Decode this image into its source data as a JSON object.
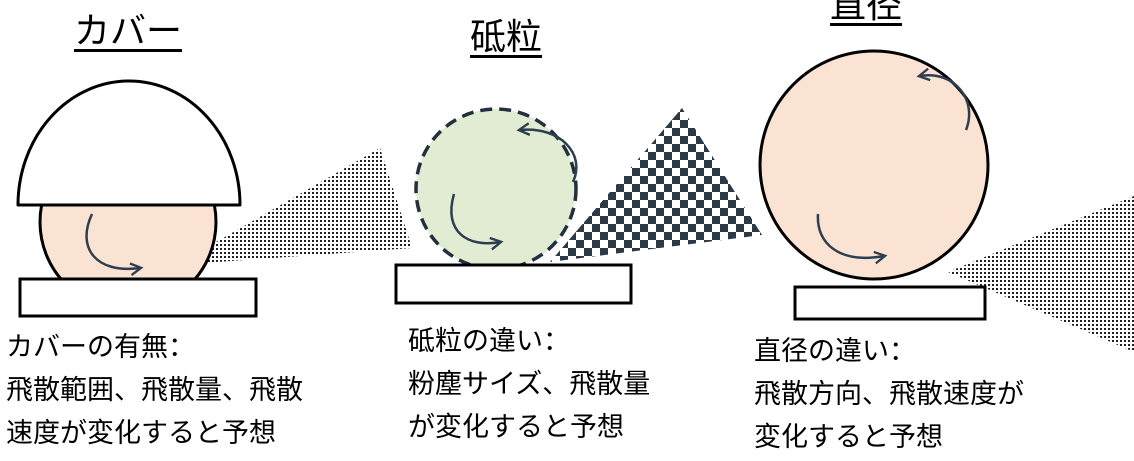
{
  "panels": [
    {
      "heading": "カバー",
      "caption": [
        "カバーの有無：",
        "飛散範囲、飛散量、飛散",
        "速度が変化すると予想"
      ]
    },
    {
      "heading": "砥粒",
      "caption": [
        "砥粒の違い：",
        "粉塵サイズ、飛散量",
        "が変化すると予想"
      ]
    },
    {
      "heading": "直径",
      "caption": [
        "直径の違い：",
        "飛散方向、飛散速度が",
        "変化すると予想"
      ]
    }
  ],
  "colors": {
    "wheel_peach": "#fbe3d4",
    "wheel_green": "#e2ecd2",
    "arrow": "#2d3e50",
    "outline": "#000000",
    "dash_outline": "#22303e"
  }
}
